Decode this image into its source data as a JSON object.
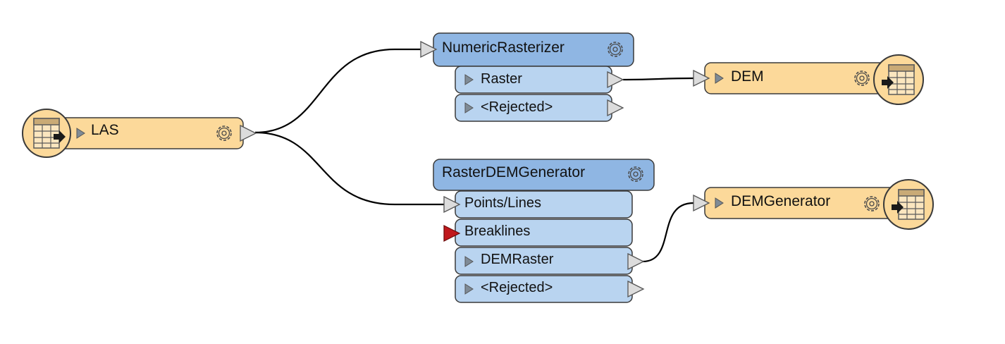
{
  "nodes": {
    "las": {
      "label": "LAS"
    },
    "numeric": {
      "label": "NumericRasterizer",
      "ports": [
        "Raster",
        "<Rejected>"
      ]
    },
    "demgen": {
      "label": "RasterDEMGenerator",
      "ports": [
        "Points/Lines",
        "Breaklines",
        "DEMRaster",
        "<Rejected>"
      ]
    },
    "dem": {
      "label": "DEM"
    },
    "demout": {
      "label": "DEMGenerator"
    }
  },
  "icons": {
    "reader": "table-arrow-icon",
    "writer": "arrow-table-icon",
    "settings": "gear-icon",
    "port": "triangle-icon"
  },
  "colors": {
    "feature_type": "#fcd99a",
    "transformer_header": "#8fb6e3",
    "transformer_port": "#b9d4f0",
    "missing_input": "#c0181c",
    "connection": "#000000"
  }
}
